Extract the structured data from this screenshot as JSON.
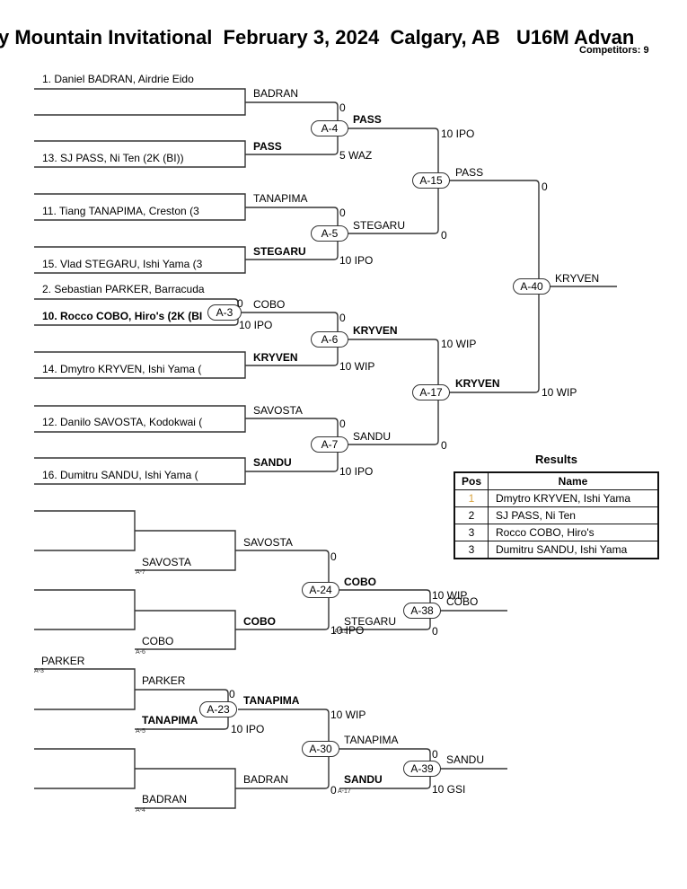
{
  "header": {
    "title": "y Mountain Invitational  February 3, 2024  Calgary, AB   U16M Advan",
    "competitors": "Competitors: 9"
  },
  "main_bracket": {
    "seeds": [
      "1. Daniel BADRAN, Airdrie Eido",
      "13. SJ PASS, Ni Ten (2K (BI))",
      "11. Tiang TANAPIMA, Creston (3",
      "15. Vlad STEGARU, Ishi Yama (3",
      "2. Sebastian PARKER, Barracuda",
      "10. Rocco COBO, Hiro's (2K (BI",
      "14. Dmytro KRYVEN, Ishi Yama (",
      "12. Danilo SAVOSTA, Kodokwai (",
      "16. Dumitru SANDU, Ishi Yama ("
    ],
    "matches": {
      "A3": {
        "id": "A-3",
        "top_score": "0",
        "bottom_score": "10 IPO",
        "winner": "COBO"
      },
      "A4": {
        "id": "A-4",
        "top": "BADRAN",
        "top_score": "0",
        "bottom": "PASS",
        "bottom_score": "5 WAZ",
        "winner": "PASS"
      },
      "A5": {
        "id": "A-5",
        "top": "TANAPIMA",
        "top_score": "0",
        "bottom": "STEGARU",
        "bottom_score": "10 IPO",
        "winner": "STEGARU"
      },
      "A6": {
        "id": "A-6",
        "top_score": "0",
        "bottom": "KRYVEN",
        "bottom_score": "10 WIP",
        "winner": "KRYVEN"
      },
      "A7": {
        "id": "A-7",
        "top": "SAVOSTA",
        "top_score": "0",
        "bottom": "SANDU",
        "bottom_score": "10 IPO",
        "winner": "SANDU"
      },
      "A15": {
        "id": "A-15",
        "top_score": "10 IPO",
        "bottom_score": "0",
        "winner": "PASS"
      },
      "A17": {
        "id": "A-17",
        "top_score": "10 WIP",
        "bottom_score": "0",
        "winner": "KRYVEN"
      },
      "A40": {
        "id": "A-40",
        "top_score": "0",
        "bottom_score": "10 WIP",
        "winner": "KRYVEN"
      }
    }
  },
  "repechage": {
    "group1": {
      "entry": "SAVOSTA",
      "from": "A-7",
      "advance": "SAVOSTA"
    },
    "group2": {
      "entry": "COBO",
      "from": "A-6",
      "advance": "COBO"
    },
    "group3": {
      "entry": "PARKER",
      "from": "A-3"
    },
    "group4": {
      "entry": "BADRAN",
      "from": "A-4",
      "advance": "BADRAN"
    },
    "matches": {
      "A23": {
        "id": "A-23",
        "top": "PARKER",
        "top_score": "0",
        "bottom": "TANAPIMA",
        "bottom_from": "A-5",
        "bottom_score": "10 IPO",
        "winner": "TANAPIMA"
      },
      "A24": {
        "id": "A-24",
        "top_score": "0",
        "bottom_score": "10 IPO",
        "winner": "COBO"
      },
      "A30": {
        "id": "A-30",
        "top_score": "10 WIP",
        "bottom_score": "0",
        "winner": "TANAPIMA"
      },
      "A38": {
        "id": "A-38",
        "top_score": "10 WIP",
        "bottom": "STEGARU",
        "bottom_from": "A-15",
        "bottom_score": "0",
        "winner": "COBO"
      },
      "A39": {
        "id": "A-39",
        "top_score": "0",
        "bottom": "SANDU",
        "bottom_from": "A-17",
        "bottom_score": "10 GSI",
        "winner": "SANDU"
      }
    }
  },
  "results": {
    "title": "Results",
    "headers": {
      "pos": "Pos",
      "name": "Name"
    },
    "rows": [
      {
        "pos": "1",
        "name": "Dmytro KRYVEN, Ishi Yama"
      },
      {
        "pos": "2",
        "name": "SJ PASS, Ni Ten"
      },
      {
        "pos": "3",
        "name": "Rocco COBO, Hiro's"
      },
      {
        "pos": "3",
        "name": "Dumitru SANDU, Ishi Yama"
      }
    ],
    "first_place_color": "#d9a441"
  }
}
